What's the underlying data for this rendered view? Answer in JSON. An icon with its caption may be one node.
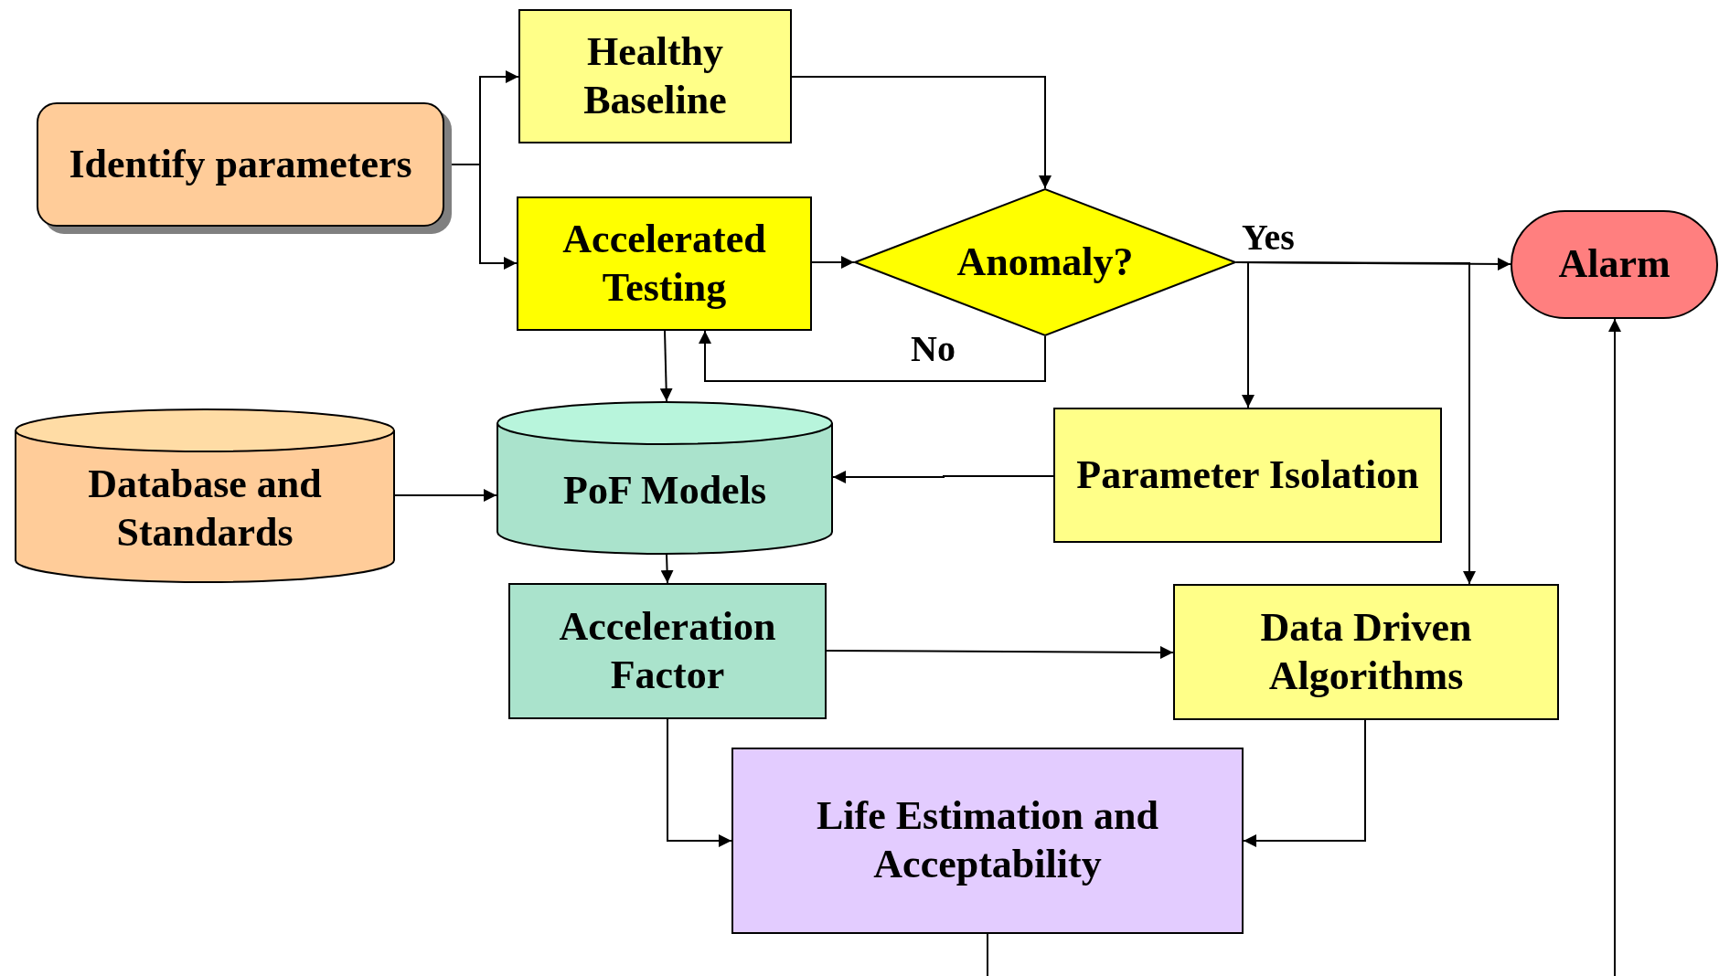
{
  "diagram": {
    "nodes": [
      {
        "text": [
          "Identify parameters"
        ]
      },
      {
        "text": [
          "Healthy Baseline"
        ]
      },
      {
        "text": [
          "Accelerated Testing"
        ]
      },
      {
        "text": [
          "Anomaly?"
        ]
      },
      {
        "text": [
          "Alarm"
        ]
      },
      {
        "text": [
          "Database and Standards"
        ]
      },
      {
        "text": [
          "PoF Models"
        ]
      },
      {
        "text": [
          "Parameter Isolation"
        ]
      },
      {
        "text": [
          "Acceleration Factor"
        ]
      },
      {
        "text": [
          "Data Driven Algorithms"
        ]
      },
      {
        "text": [
          "Life Estimation and Acceptability"
        ]
      }
    ],
    "edges": [
      {
        "from": 0,
        "to": 1,
        "arrow": "to"
      },
      {
        "from": 0,
        "to": 2,
        "arrow": "to"
      },
      {
        "from": 1,
        "to": 3,
        "arrow": "to"
      },
      {
        "from": 2,
        "to": 3,
        "arrow": "to"
      },
      {
        "from": 3,
        "to": 4,
        "arrow": "to",
        "label": "Yes"
      },
      {
        "from": 3,
        "to": 2,
        "arrow": "to",
        "label": "No"
      },
      {
        "from": 3,
        "to": 7,
        "arrow": "to"
      },
      {
        "from": 3,
        "to": 9,
        "arrow": "to"
      },
      {
        "from": 2,
        "to": 6,
        "arrow": "to"
      },
      {
        "from": 5,
        "to": 6,
        "arrow": "to"
      },
      {
        "from": 7,
        "to": 6,
        "arrow": "to"
      },
      {
        "from": 6,
        "to": 8,
        "arrow": "to"
      },
      {
        "from": 8,
        "to": 9,
        "arrow": "to"
      },
      {
        "from": 8,
        "to": 10,
        "arrow": "to"
      },
      {
        "from": 9,
        "to": 10,
        "arrow": "to"
      },
      {
        "from": 10,
        "to": null,
        "arrow": "none"
      },
      {
        "from": null,
        "to": 4,
        "arrow": "to"
      }
    ]
  }
}
